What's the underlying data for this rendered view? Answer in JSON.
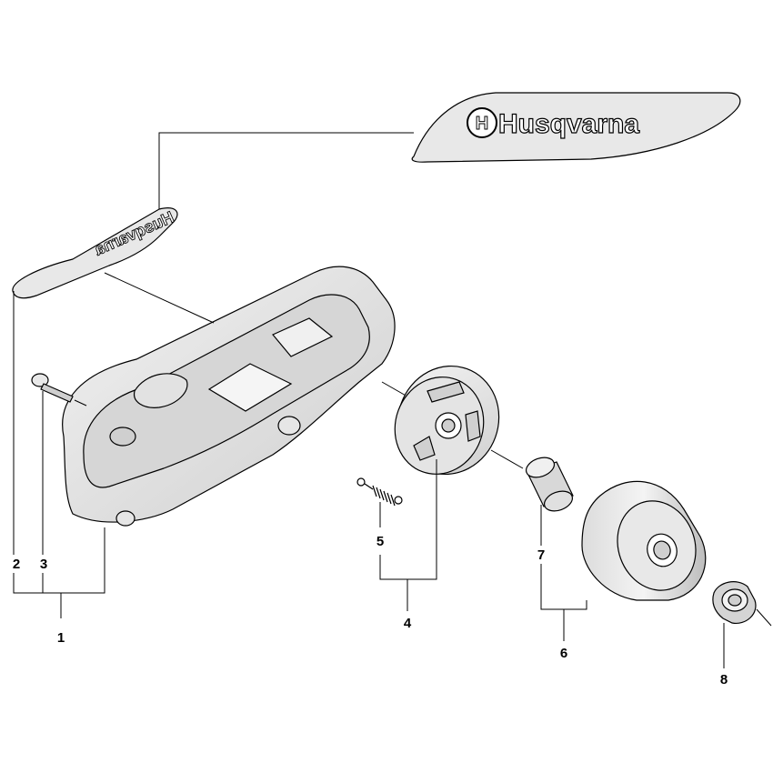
{
  "diagram": {
    "brand": {
      "text": "Husqvarna",
      "logo_mark": "H",
      "color_fill": "#ffffff",
      "color_stroke": "#000000"
    },
    "decal_small_mirrored_text": "Husqvarna",
    "callouts": [
      {
        "id": "1",
        "label": "1"
      },
      {
        "id": "2",
        "label": "2"
      },
      {
        "id": "3",
        "label": "3"
      },
      {
        "id": "4",
        "label": "4"
      },
      {
        "id": "5",
        "label": "5"
      },
      {
        "id": "6",
        "label": "6"
      },
      {
        "id": "7",
        "label": "7"
      },
      {
        "id": "8",
        "label": "8"
      }
    ],
    "colors": {
      "part_fill": "#e8e8e8",
      "part_shadow": "#c8c8c8",
      "line": "#000000"
    }
  }
}
